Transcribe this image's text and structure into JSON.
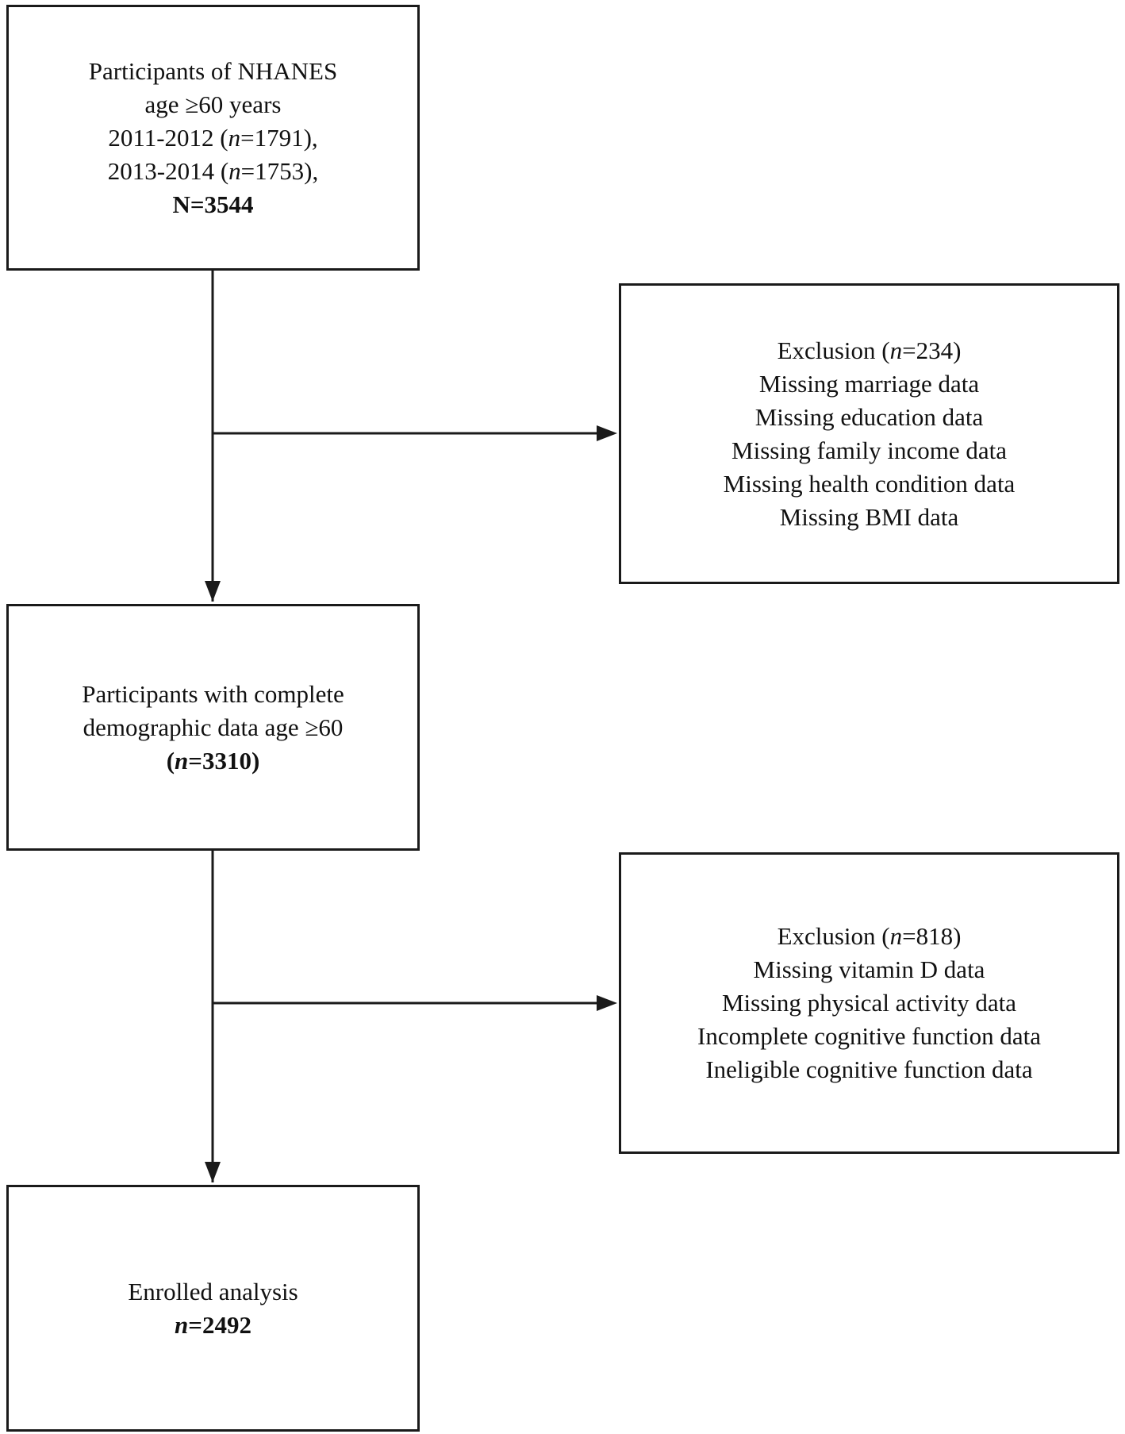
{
  "flowchart": {
    "participants_box": {
      "line1": "Participants of NHANES",
      "line2": "age ≥60 years",
      "line3_pre": "2011-2012 (",
      "line3_n": "n",
      "line3_post": "=1791),",
      "line4_pre": "2013-2014 (",
      "line4_n": "n",
      "line4_post": "=1753),",
      "line5": "N=3544"
    },
    "exclusion_box_1": {
      "title_pre": "Exclusion (",
      "title_n": "n",
      "title_post": "=234)",
      "items": [
        "Missing marriage data",
        "Missing education data",
        "Missing family income data",
        "Missing health condition data",
        "Missing BMI data"
      ]
    },
    "complete_box": {
      "line1": "Participants with complete",
      "line2": "demographic data age ≥60",
      "line3_pre": "(",
      "line3_n": "n",
      "line3_post": "=3310)"
    },
    "exclusion_box_2": {
      "title_pre": "Exclusion (",
      "title_n": "n",
      "title_post": "=818)",
      "items": [
        "Missing vitamin D data",
        "Missing physical activity data",
        "Incomplete cognitive function data",
        "Ineligible cognitive function data"
      ]
    },
    "enrolled_box": {
      "line1": "Enrolled analysis",
      "line2_n": "n",
      "line2_post": "=2492"
    }
  }
}
